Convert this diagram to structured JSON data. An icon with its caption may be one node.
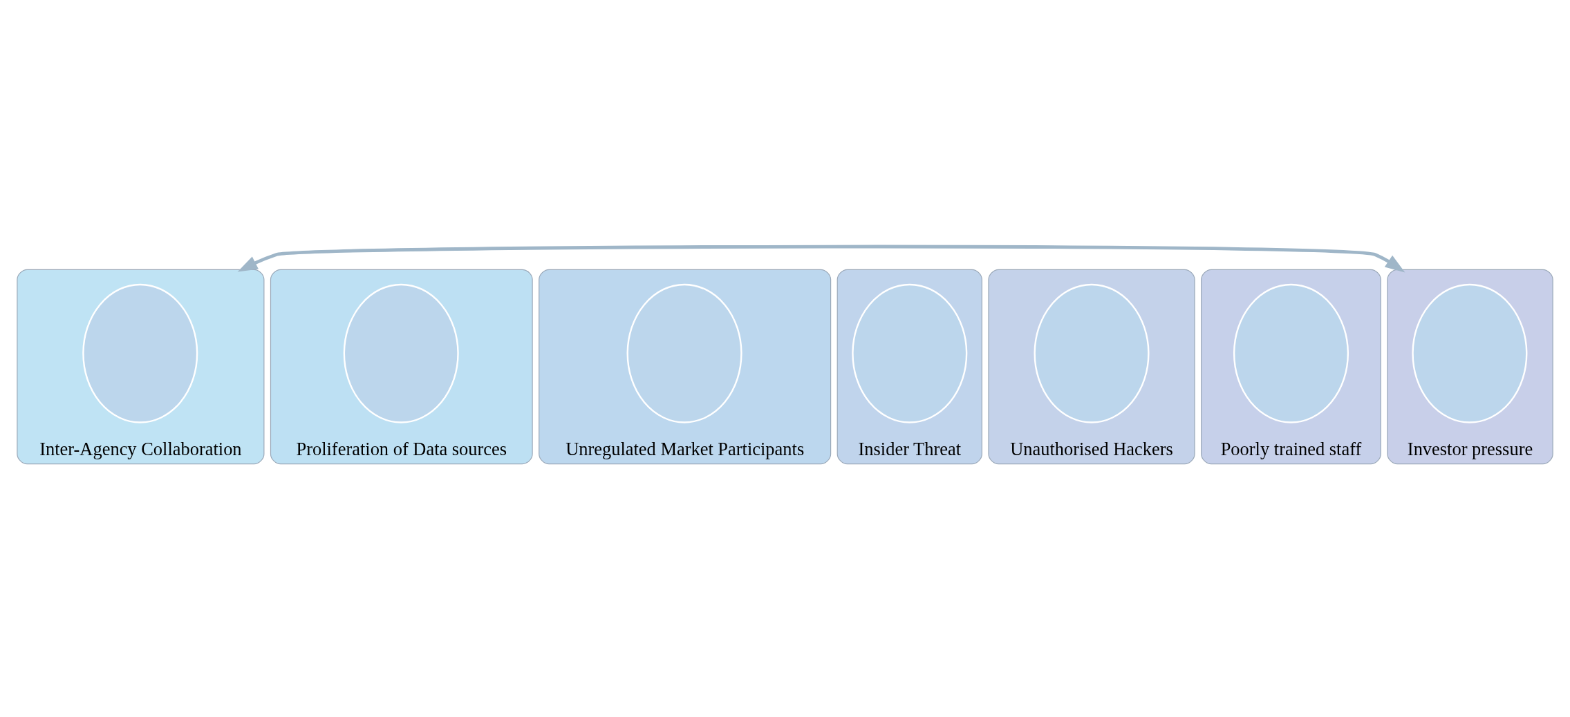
{
  "diagram": {
    "nodes": [
      {
        "text": [
          "Inter-Agency Collaboration"
        ]
      },
      {
        "text": [],
        "shape": "circle",
        "in": 0
      },
      {
        "text": [
          "Proliferation of Data sources"
        ]
      },
      {
        "text": [],
        "shape": "circle",
        "in": 2
      },
      {
        "text": [
          "Unregulated Market Participants"
        ]
      },
      {
        "text": [],
        "shape": "circle",
        "in": 4
      },
      {
        "text": [
          "Insider Threat"
        ]
      },
      {
        "text": [],
        "shape": "circle",
        "in": 6
      },
      {
        "text": [
          "Unauthorised Hackers"
        ]
      },
      {
        "text": [],
        "shape": "circle",
        "in": 8
      },
      {
        "text": [
          "Poorly trained staff"
        ]
      },
      {
        "text": [],
        "shape": "circle",
        "in": 10
      },
      {
        "text": [
          "Investor pressure"
        ]
      },
      {
        "text": [],
        "shape": "circle",
        "in": 12
      }
    ],
    "edges": [
      {
        "from": 0,
        "to": 12,
        "arrow": "both"
      }
    ]
  }
}
